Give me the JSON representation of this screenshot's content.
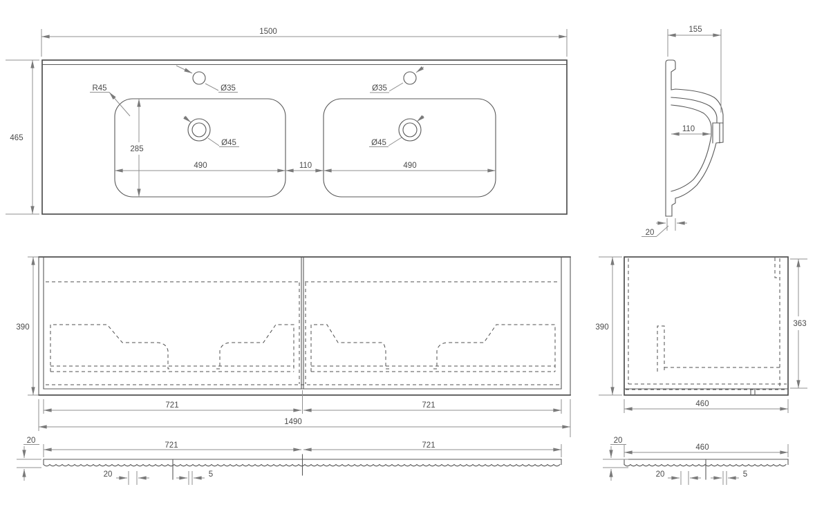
{
  "drawing": {
    "background": "#ffffff",
    "object_line_color": "#4f4f4f",
    "dimension_line_color": "#8f8f8f",
    "views": {
      "countertop_top": {
        "label": "countertop-top-view",
        "dims": {
          "total_width": "1500",
          "total_depth": "465",
          "corner_radius": "R45",
          "tap_hole_left": "Ø35",
          "tap_hole_right": "Ø35",
          "waste_hole_left": "Ø45",
          "waste_hole_right": "Ø45",
          "bowl_depth": "285",
          "bowl_width_left": "490",
          "bowl_gap": "110",
          "bowl_width_right": "490"
        }
      },
      "basin_section": {
        "label": "basin-side-section",
        "dims": {
          "depth": "155",
          "inner_depth": "110",
          "flange_thickness": "20"
        }
      },
      "cabinet_front": {
        "label": "cabinet-front-view",
        "dims": {
          "height": "390",
          "front_width_left": "721",
          "front_width_right": "721",
          "carcass_width": "1490"
        }
      },
      "cabinet_side": {
        "label": "cabinet-side-view",
        "dims": {
          "height": "390",
          "inner_height": "363",
          "depth": "460"
        }
      },
      "front_panel_section": {
        "label": "front-panel-section",
        "dims": {
          "thickness": "20",
          "width_left": "721",
          "width_right": "721",
          "flute_pitch": "20",
          "flute_gap": "5"
        }
      },
      "side_panel_section": {
        "label": "side-panel-section",
        "dims": {
          "thickness": "20",
          "width": "460",
          "flute_pitch": "20",
          "flute_gap": "5"
        }
      }
    }
  }
}
